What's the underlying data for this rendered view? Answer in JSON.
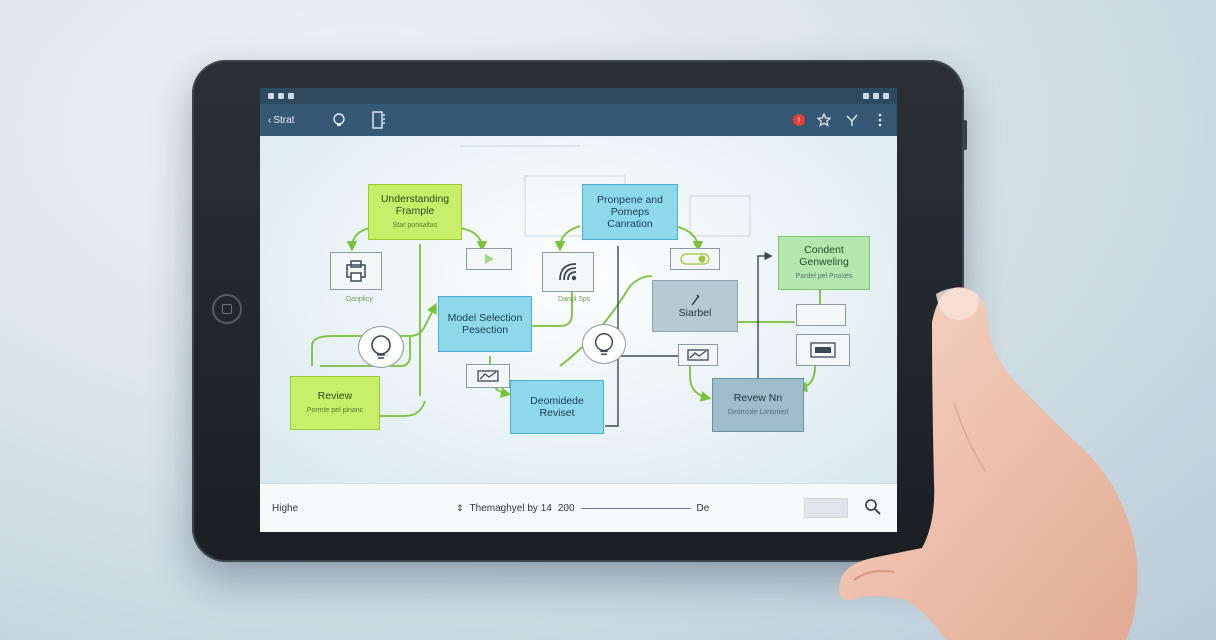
{
  "statusbar": {},
  "appbar": {
    "back_label": "Strat"
  },
  "nodes": {
    "understanding": {
      "title": "Understanding Frample",
      "sub": "Star ponsaltas"
    },
    "model_selection": {
      "title": "Model Selection Pesection"
    },
    "review_left": {
      "title": "Review",
      "sub": "Pormte pel pinanc"
    },
    "pronpene": {
      "title": "Pronpene and Pomeps Canration"
    },
    "deomidede": {
      "title": "Deomidede Reviset"
    },
    "siarbel": {
      "title": "Siarbel"
    },
    "content": {
      "title": "Condent Genweling",
      "sub": "Pardel pel Pnoses"
    },
    "review_right": {
      "title": "Revew Nn",
      "sub": "Deoncole Lonsmed"
    }
  },
  "captions": {
    "left": "Danplicy",
    "mid": "Danpl Sps"
  },
  "bottombar": {
    "left_label": "Highe",
    "center_text": "Themaghyel by 14",
    "center_value": "200",
    "center_suffix": "De"
  },
  "colors": {
    "appbar": "#355874",
    "lime": "#c9ee6a",
    "cyan": "#8fd8ec",
    "green_arrow": "#7ac23a"
  },
  "icons": [
    "back-chevron-icon",
    "bulb-icon",
    "sidebar-icon",
    "notification-icon",
    "star-icon",
    "share-icon",
    "more-icon",
    "search-icon"
  ]
}
